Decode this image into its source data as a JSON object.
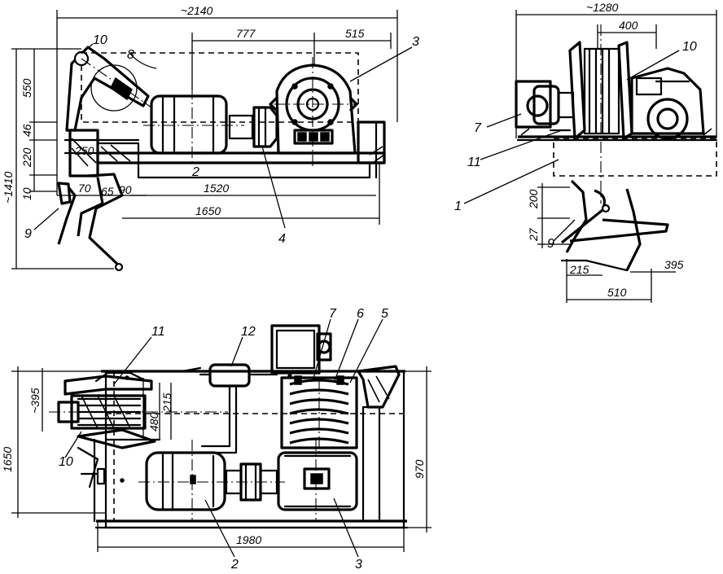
{
  "dimensions": {
    "top_overall_length": "~2140",
    "top_span_777": "777",
    "top_span_515": "515",
    "height_550": "550",
    "height_46": "46",
    "height_220": "220",
    "height_250": "250",
    "overall_height": "~1410",
    "height_10": "10",
    "span_70": "70",
    "span_65": "65",
    "span_90": "90",
    "frame_1520": "1520",
    "frame_1650": "1650",
    "side_overall_width": "~1280",
    "side_span_400": "400",
    "side_height_200": "200",
    "side_height_27": "27",
    "side_span_215": "215",
    "side_span_395": "395",
    "side_span_510": "510",
    "plan_width_1650": "1650",
    "plan_395": "~395",
    "plan_215": "215",
    "plan_480": "480",
    "plan_970": "970",
    "plan_length_1980": "1980"
  },
  "labels": {
    "front_10": "10",
    "front_8": "8",
    "front_3": "3",
    "front_2": "2",
    "front_4": "4",
    "front_9": "9",
    "side_10": "10",
    "side_7": "7",
    "side_11": "11",
    "side_1": "1",
    "side_9": "9",
    "plan_11": "11",
    "plan_12": "12",
    "plan_7": "7",
    "plan_6": "6",
    "plan_5": "5",
    "plan_10": "10",
    "plan_2": "2",
    "plan_3": "3"
  },
  "colors": {
    "ink": "#000000",
    "paper": "#ffffff"
  }
}
